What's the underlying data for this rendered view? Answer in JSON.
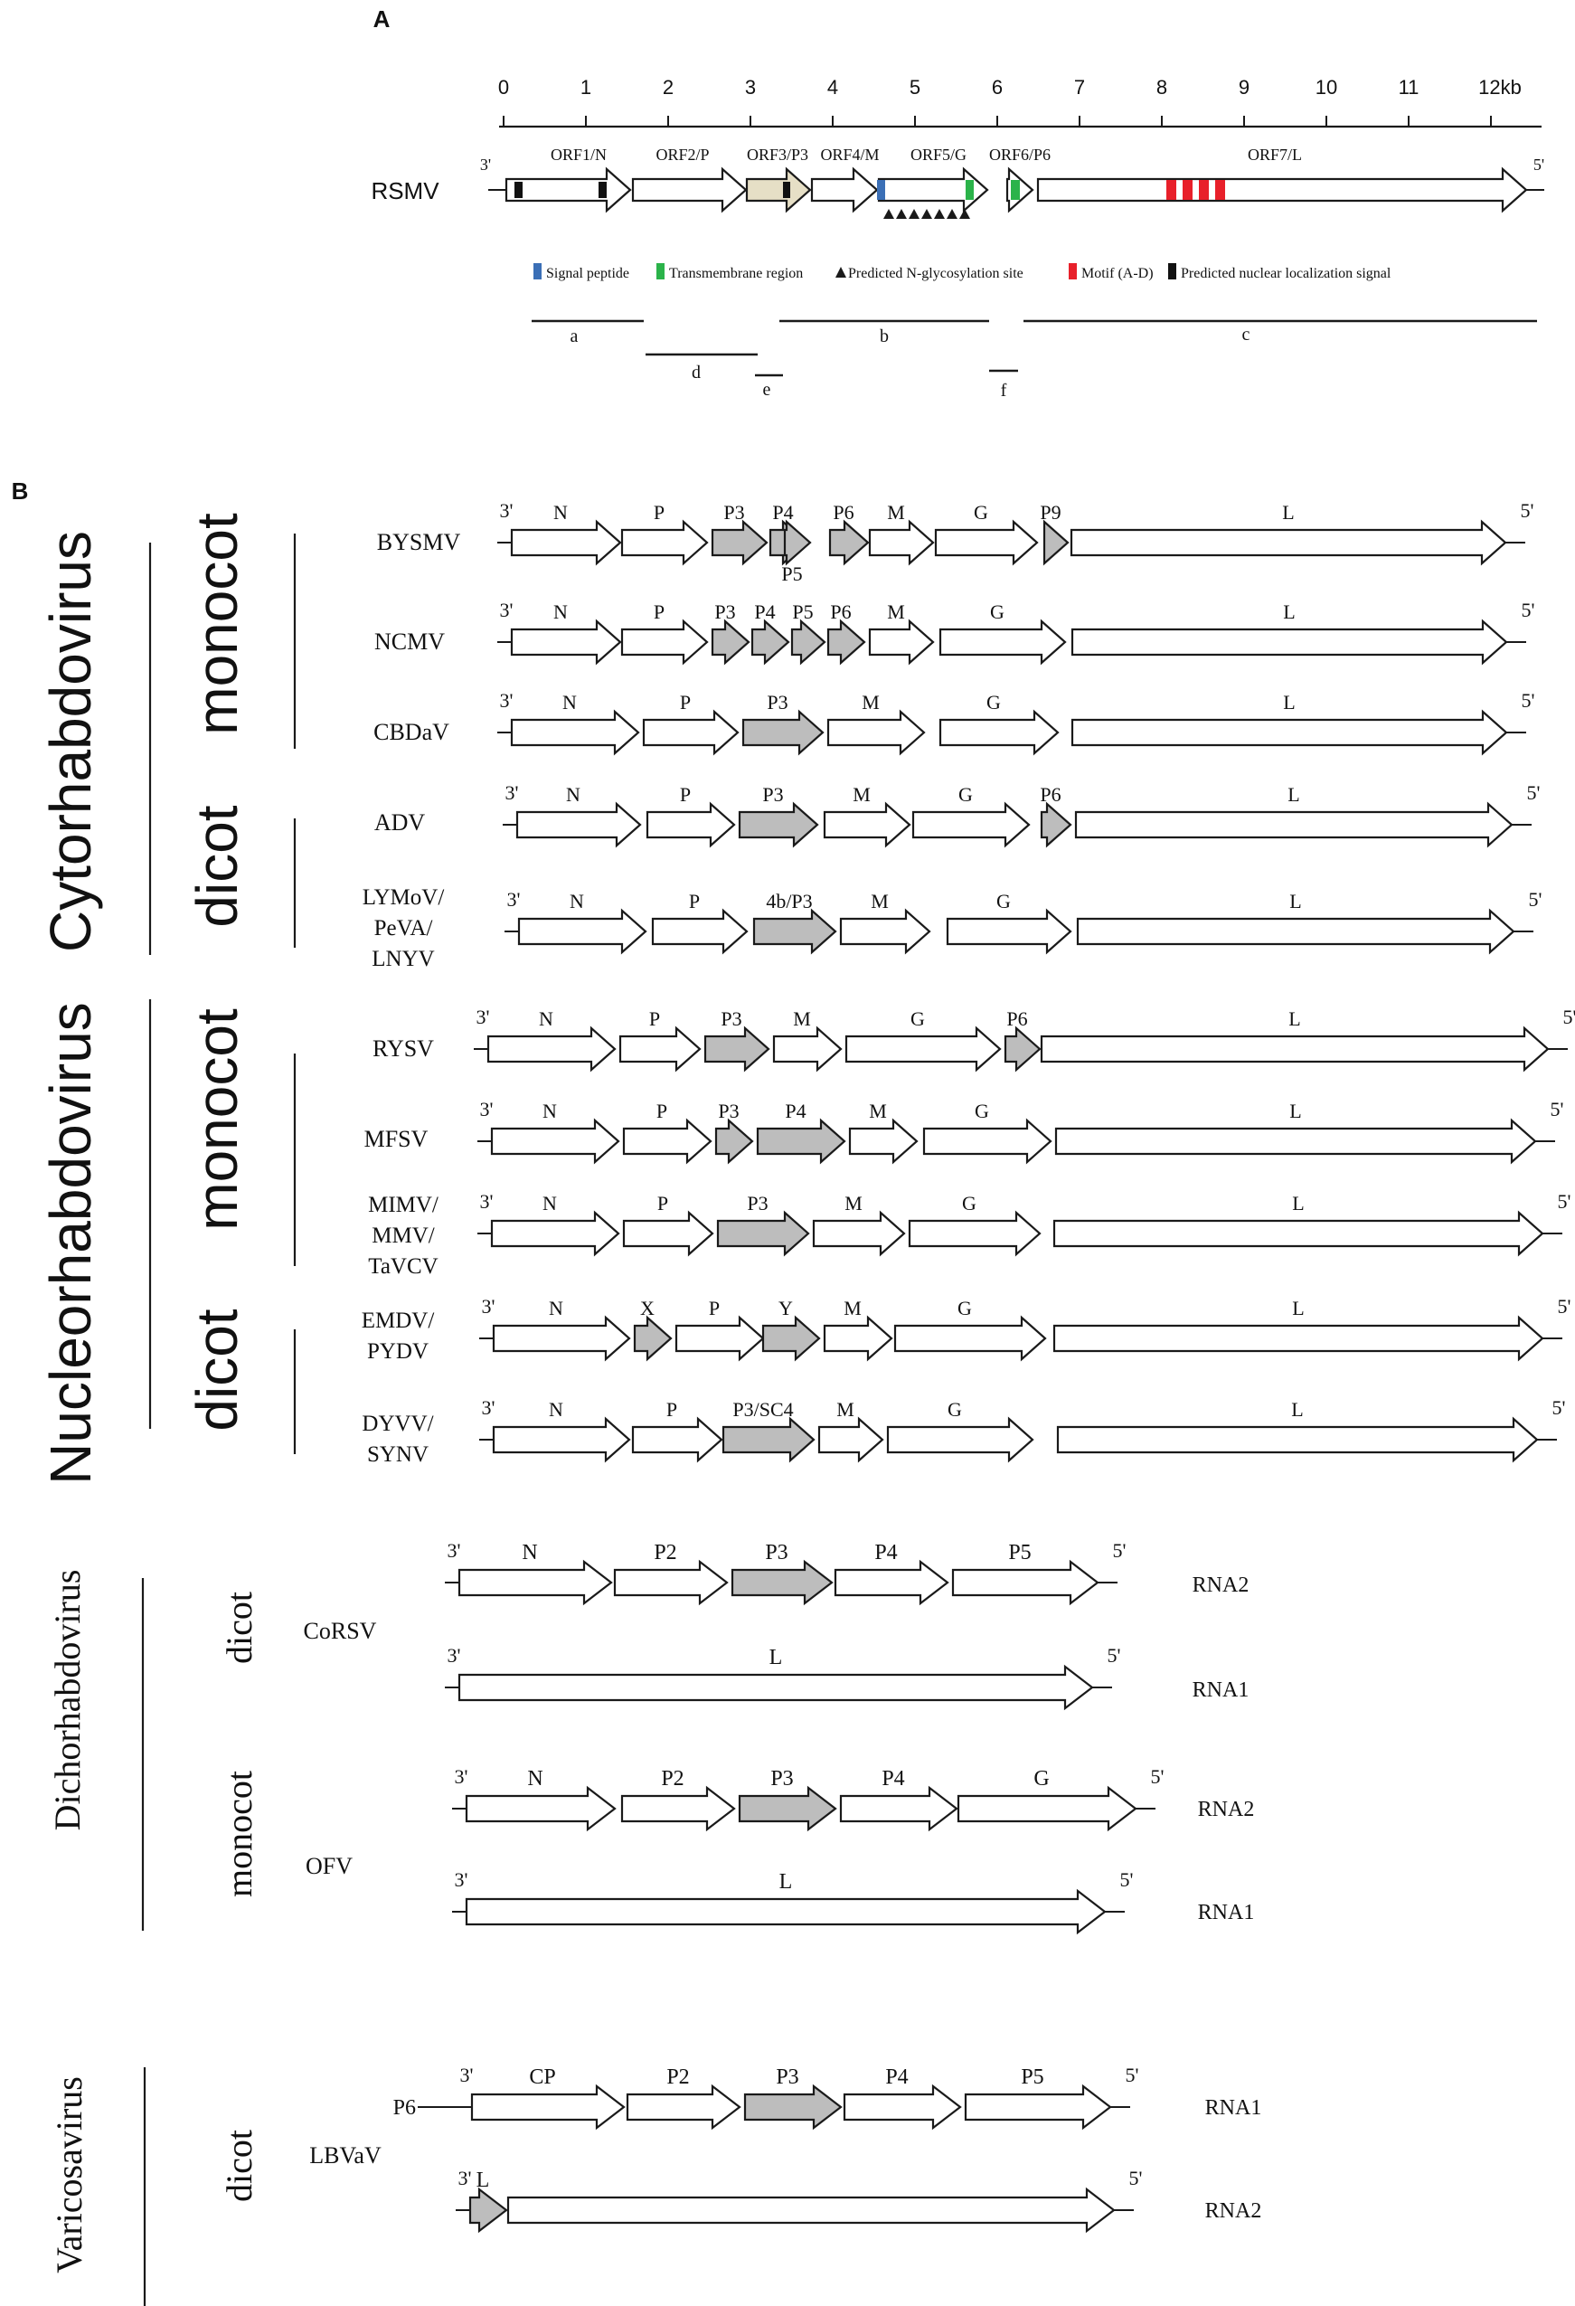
{
  "colors": {
    "stroke": "#1a1a1a",
    "white_fill": "#ffffff",
    "gray_fill": "#bdbdbd",
    "tan_fill": "#e6dfc6",
    "signal_peptide": "#3b6fb6",
    "transmembrane": "#2bb34a",
    "motif": "#e8202a",
    "nls": "#111111"
  },
  "panel_a": {
    "label": "A",
    "scale_ticks": [
      "0",
      "1",
      "2",
      "3",
      "4",
      "5",
      "6",
      "7",
      "8",
      "9",
      "10",
      "11",
      "12kb"
    ],
    "virus": "RSMV",
    "end3": "3'",
    "end5": "5'",
    "orfs": [
      {
        "label": "ORF1/N",
        "fill": "white"
      },
      {
        "label": "ORF2/P",
        "fill": "white"
      },
      {
        "label": "ORF3/P3",
        "fill": "tan"
      },
      {
        "label": "ORF4/M",
        "fill": "white"
      },
      {
        "label": "ORF5/G",
        "fill": "white"
      },
      {
        "label": "ORF6/P6",
        "fill": "white"
      },
      {
        "label": "ORF7/L",
        "fill": "white"
      }
    ],
    "legend": [
      {
        "icon": "signal-peptide-swatch",
        "text": "Signal peptide"
      },
      {
        "icon": "transmembrane-swatch",
        "text": "Transmembrane region"
      },
      {
        "icon": "triangle-glyph",
        "text": "Predicted N-glycosylation site"
      },
      {
        "icon": "motif-swatch",
        "text": "Motif (A-D)"
      },
      {
        "icon": "nls-swatch",
        "text": "Predicted nuclear localization signal"
      }
    ],
    "segments": [
      "a",
      "b",
      "c",
      "d",
      "e",
      "f"
    ]
  },
  "panel_b": {
    "label": "B",
    "genera": [
      {
        "name": "Cytorhabdovirus",
        "hosts": [
          "monocot",
          "dicot"
        ]
      },
      {
        "name": "Nucleorhabdovirus",
        "hosts": [
          "monocot",
          "dicot"
        ]
      },
      {
        "name": "Dichorhabdovirus",
        "hosts": [
          "dicot",
          "monocot"
        ]
      },
      {
        "name": "Varicosavirus",
        "hosts": [
          "dicot"
        ]
      }
    ],
    "genomes": [
      {
        "virus": [
          "BYSMV"
        ],
        "genes": [
          "N",
          "P",
          "P3",
          "P4",
          "P5",
          "P6",
          "M",
          "G",
          "P9",
          "L"
        ]
      },
      {
        "virus": [
          "NCMV"
        ],
        "genes": [
          "N",
          "P",
          "P3",
          "P4",
          "P5",
          "P6",
          "M",
          "G",
          "L"
        ]
      },
      {
        "virus": [
          "CBDaV"
        ],
        "genes": [
          "N",
          "P",
          "P3",
          "M",
          "G",
          "L"
        ]
      },
      {
        "virus": [
          "ADV"
        ],
        "genes": [
          "N",
          "P",
          "P3",
          "M",
          "G",
          "P6",
          "L"
        ]
      },
      {
        "virus": [
          "LYMoV/",
          "PeVA/",
          "LNYV"
        ],
        "genes": [
          "N",
          "P",
          "4b/P3",
          "M",
          "G",
          "L"
        ]
      },
      {
        "virus": [
          "RYSV"
        ],
        "genes": [
          "N",
          "P",
          "P3",
          "M",
          "G",
          "P6",
          "L"
        ]
      },
      {
        "virus": [
          "MFSV"
        ],
        "genes": [
          "N",
          "P",
          "P3",
          "P4",
          "M",
          "G",
          "L"
        ]
      },
      {
        "virus": [
          "MIMV/",
          "MMV/",
          "TaVCV"
        ],
        "genes": [
          "N",
          "P",
          "P3",
          "M",
          "G",
          "L"
        ]
      },
      {
        "virus": [
          "EMDV/",
          "PYDV"
        ],
        "genes": [
          "N",
          "X",
          "P",
          "Y",
          "M",
          "G",
          "L"
        ]
      },
      {
        "virus": [
          "DYVV/",
          "SYNV"
        ],
        "genes": [
          "N",
          "P",
          "P3/SC4",
          "M",
          "G",
          "L"
        ]
      },
      {
        "virus": [
          "CoRSV"
        ],
        "rna": "RNA2",
        "genes": [
          "N",
          "P2",
          "P3",
          "P4",
          "P5"
        ]
      },
      {
        "virus": [],
        "rna": "RNA1",
        "genes": [
          "L"
        ]
      },
      {
        "virus": [
          "OFV"
        ],
        "rna": "RNA2",
        "genes": [
          "N",
          "P2",
          "P3",
          "P4",
          "G"
        ]
      },
      {
        "virus": [],
        "rna": "RNA1",
        "genes": [
          "L"
        ]
      },
      {
        "virus": [
          "LBVaV"
        ],
        "rna": "RNA1",
        "lead": "P6",
        "genes": [
          "CP",
          "P2",
          "P3",
          "P4",
          "P5"
        ]
      },
      {
        "virus": [],
        "rna": "RNA2",
        "genes": [
          "L"
        ]
      }
    ],
    "end3": "3'",
    "end5": "5'"
  }
}
